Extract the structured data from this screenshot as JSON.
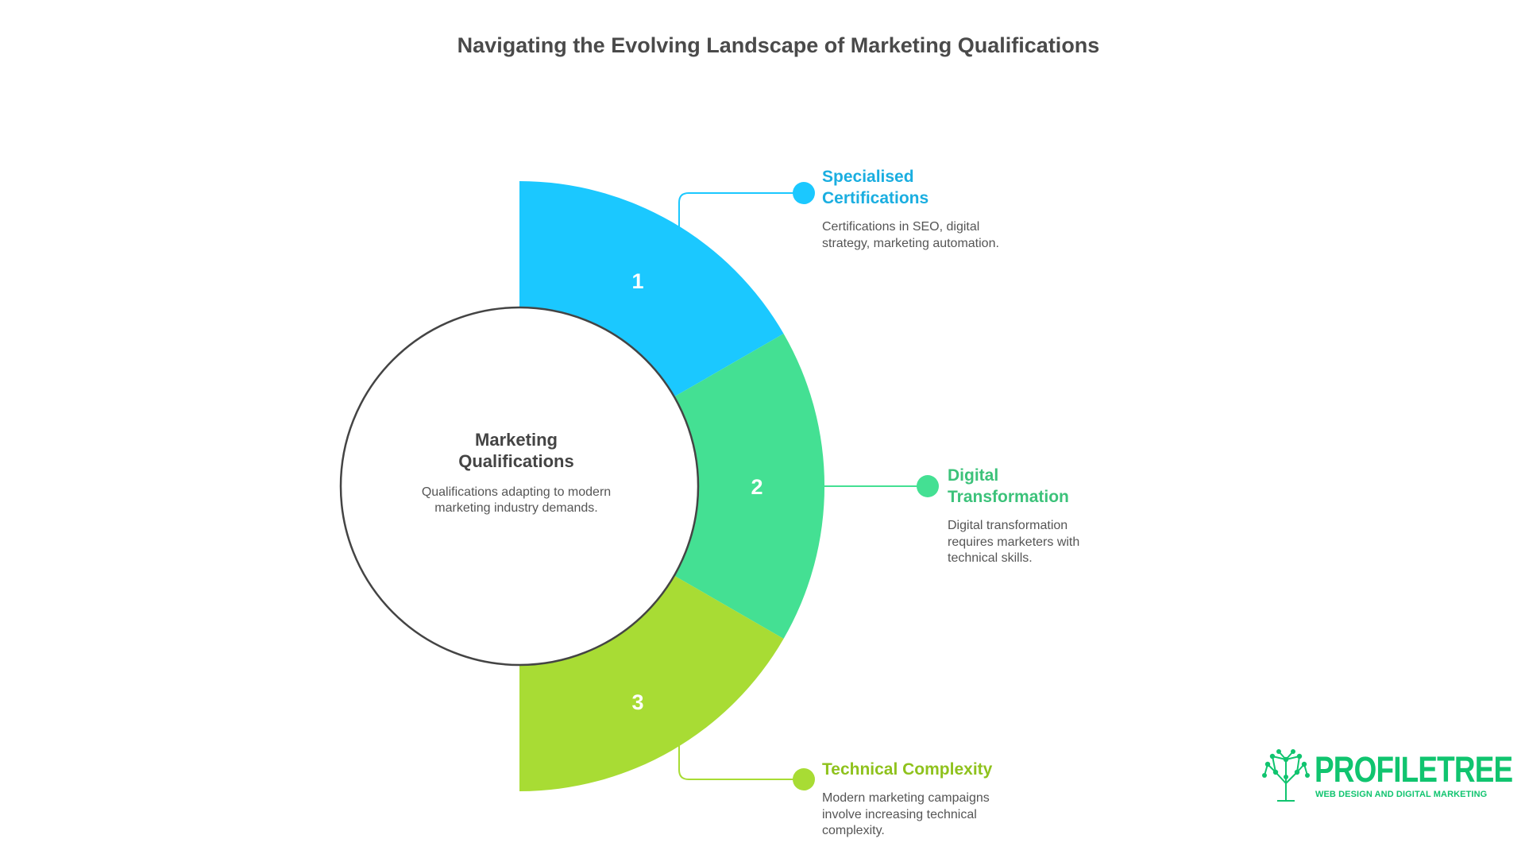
{
  "title": "Navigating the Evolving Landscape of Marketing Qualifications",
  "center": {
    "title": "Marketing Qualifications",
    "description": "Qualifications adapting to modern marketing industry demands."
  },
  "segments": [
    {
      "number": "1",
      "title": "Specialised Certifications",
      "description": "Certifications in SEO, digital strategy, marketing automation.",
      "color": "#1bc8ff",
      "title_color": "#1aaee0"
    },
    {
      "number": "2",
      "title": "Digital Transformation",
      "description": "Digital transformation requires marketers with technical skills.",
      "color": "#44e093",
      "title_color": "#3cc27a"
    },
    {
      "number": "3",
      "title": "Technical Complexity",
      "description": "Modern marketing campaigns involve increasing technical complexity.",
      "color": "#a8dc34",
      "title_color": "#8fc21d"
    }
  ],
  "logo": {
    "name": "PROFILETREE",
    "tagline": "WEB DESIGN AND DIGITAL MARKETING",
    "color": "#10c46f"
  }
}
